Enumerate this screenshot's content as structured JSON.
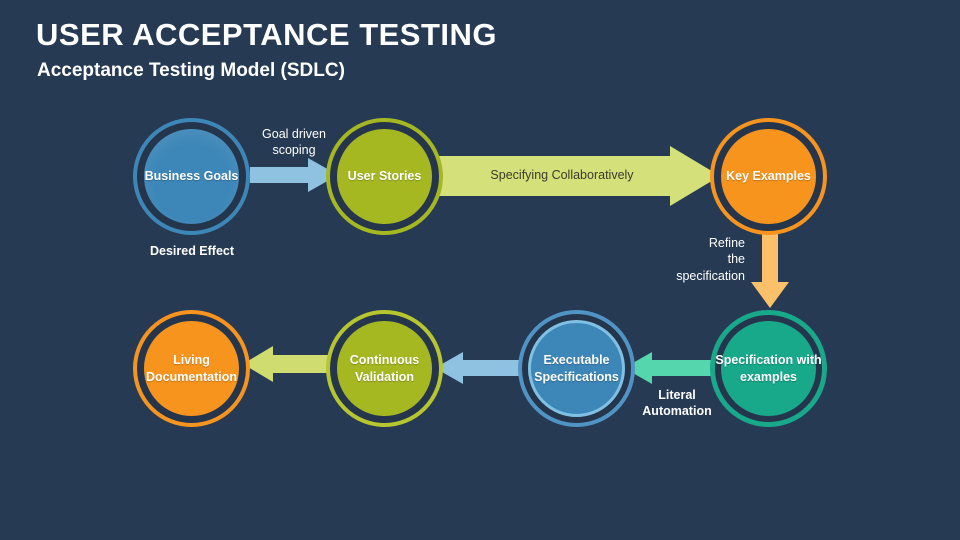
{
  "header": {
    "title": "USER ACCEPTANCE TESTING",
    "subtitle": "Acceptance Testing Model (SDLC)"
  },
  "colors": {
    "background": "#263a54",
    "blue_fill": "#3d87b8",
    "blue_ring": "#2e6e96",
    "green_fill": "#a5b821",
    "green_ring": "#95a81b",
    "orange_fill": "#f7941e",
    "orange_ring": "#ef8200",
    "teal_fill": "#18a88a",
    "teal_ring": "#139678",
    "lightblue_fill": "#3d87b8",
    "lightblue_ring": "#7fc0e3",
    "olive_fill": "#a5b821",
    "olive_ring": "#b7c62f",
    "arrow_blue": "#8fc2e0",
    "arrow_lightgreen": "#d4e07a",
    "arrow_lightorange": "#fbc06a",
    "arrow_mint": "#55d6ac",
    "arrow_olive_green": "#cfdd70",
    "text_white": "#ffffff"
  },
  "nodes": [
    {
      "id": "business-goals",
      "label": "Business\nGoals"
    },
    {
      "id": "user-stories",
      "label": "User Stories"
    },
    {
      "id": "key-examples",
      "label": "Key Examples"
    },
    {
      "id": "specification-with-examples",
      "label": "Specification\nwith examples"
    },
    {
      "id": "executable-specifications",
      "label": "Executable\nSpecifications"
    },
    {
      "id": "continuous-validation",
      "label": "Continuous\nValidation"
    },
    {
      "id": "living-documentation",
      "label": "Living\nDocumentation"
    }
  ],
  "arrow_labels": {
    "goal_driven_scoping": "Goal driven\nscoping",
    "specifying_collaboratively": "Specifying Collaboratively",
    "refine_the_specification": "Refine\nthe\nspecification",
    "literal_automation": "Literal\nAutomation"
  },
  "captions": {
    "desired_effect": "Desired Effect"
  }
}
